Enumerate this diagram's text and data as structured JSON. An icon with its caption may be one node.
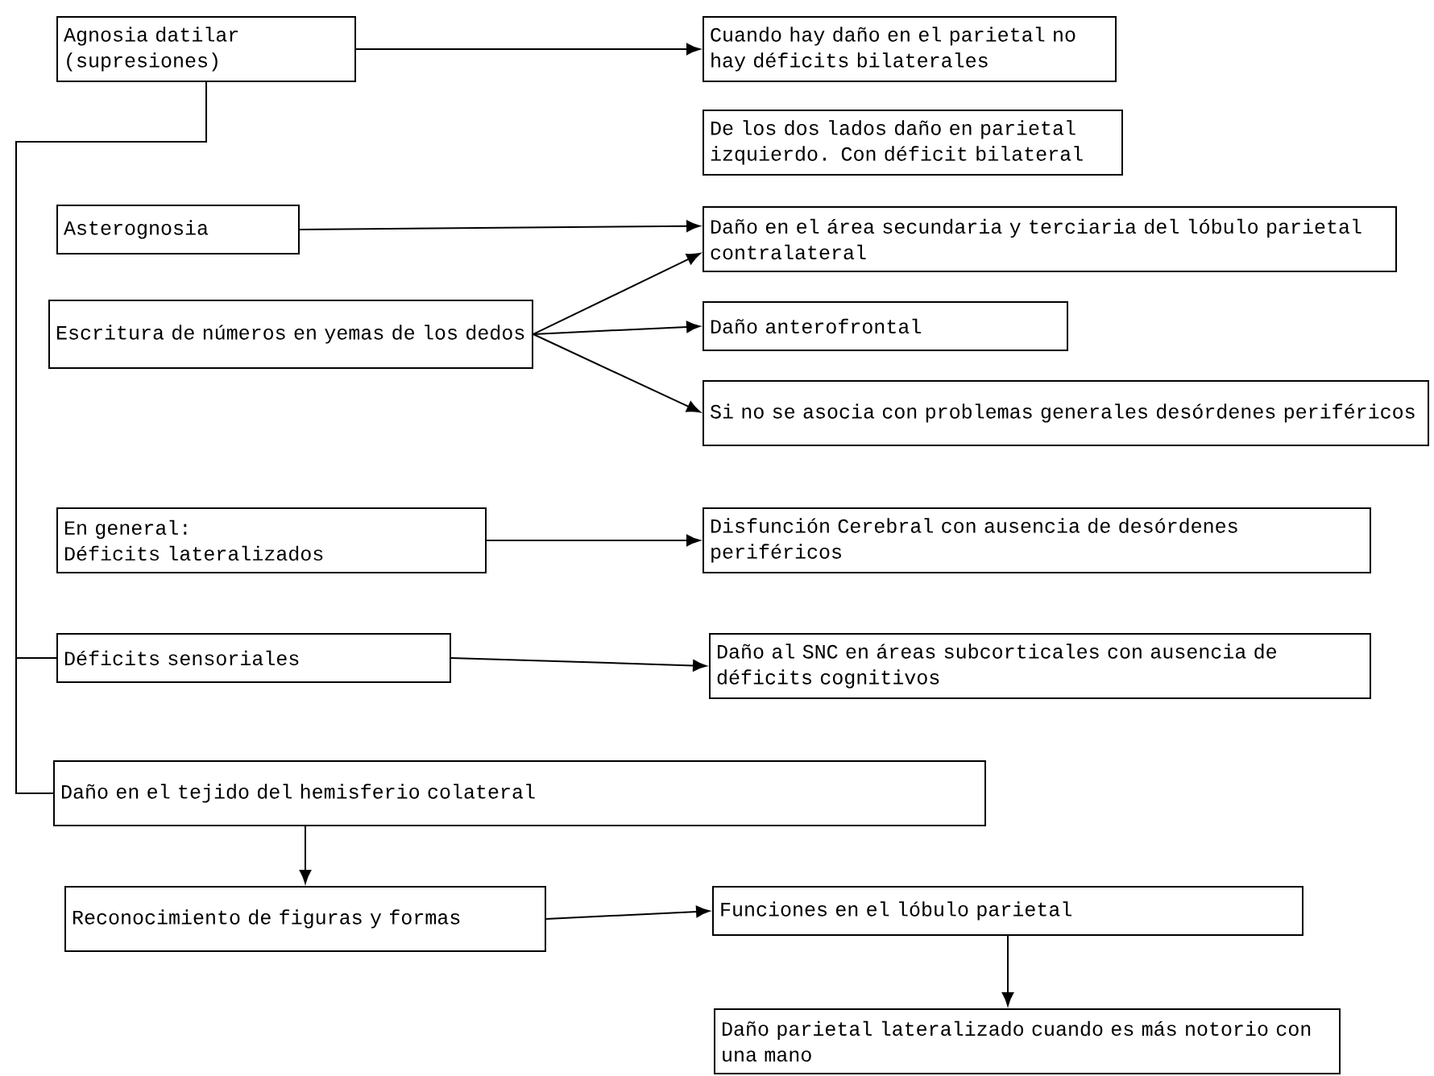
{
  "diagram": {
    "nodes": [
      {
        "text": [
          "Agnosia datilar (supresiones)"
        ]
      },
      {
        "text": [
          "Cuando hay daño en el parietal no hay déficits bilaterales"
        ]
      },
      {
        "text": [
          "De los dos lados daño en parietal izquierdo.  Con déficit bilateral"
        ]
      },
      {
        "text": [
          "Asterognosia"
        ]
      },
      {
        "text": [
          "Daño en el área secundaria y terciaria del lóbulo parietal contralateral"
        ]
      },
      {
        "text": [
          "Escritura de números en yemas de los dedos"
        ]
      },
      {
        "text": [
          "Daño anterofrontal"
        ]
      },
      {
        "text": [
          "Si no se asocia con problemas generales desórdenes periféricos"
        ]
      },
      {
        "text": [
          "En general:",
          "Déficits lateralizados"
        ]
      },
      {
        "text": [
          "Disfunción Cerebral con ausencia de desórdenes periféricos"
        ]
      },
      {
        "text": [
          "Déficits sensoriales"
        ]
      },
      {
        "text": [
          "Daño al SNC en áreas subcorticales con ausencia de déficits cognitivos"
        ]
      },
      {
        "text": [
          "Daño en el tejido del hemisferio colateral"
        ]
      },
      {
        "text": [
          "Reconocimiento de figuras y formas"
        ]
      },
      {
        "text": [
          "Funciones en el lóbulo parietal"
        ]
      },
      {
        "text": [
          "Daño parietal lateralizado cuando es más notorio con una mano"
        ]
      }
    ],
    "edges": [
      {
        "from": 0,
        "to": 1,
        "arrow": "to"
      },
      {
        "from": 0,
        "to": 10,
        "arrow": "none"
      },
      {
        "from": 0,
        "to": 12,
        "arrow": "none"
      },
      {
        "from": 3,
        "to": 4,
        "arrow": "to"
      },
      {
        "from": 5,
        "to": 4,
        "arrow": "to"
      },
      {
        "from": 5,
        "to": 6,
        "arrow": "to"
      },
      {
        "from": 5,
        "to": 7,
        "arrow": "to"
      },
      {
        "from": 8,
        "to": 9,
        "arrow": "to"
      },
      {
        "from": 10,
        "to": 11,
        "arrow": "to"
      },
      {
        "from": 12,
        "to": 13,
        "arrow": "to"
      },
      {
        "from": 13,
        "to": 14,
        "arrow": "to"
      },
      {
        "from": 14,
        "to": 15,
        "arrow": "to"
      }
    ]
  }
}
